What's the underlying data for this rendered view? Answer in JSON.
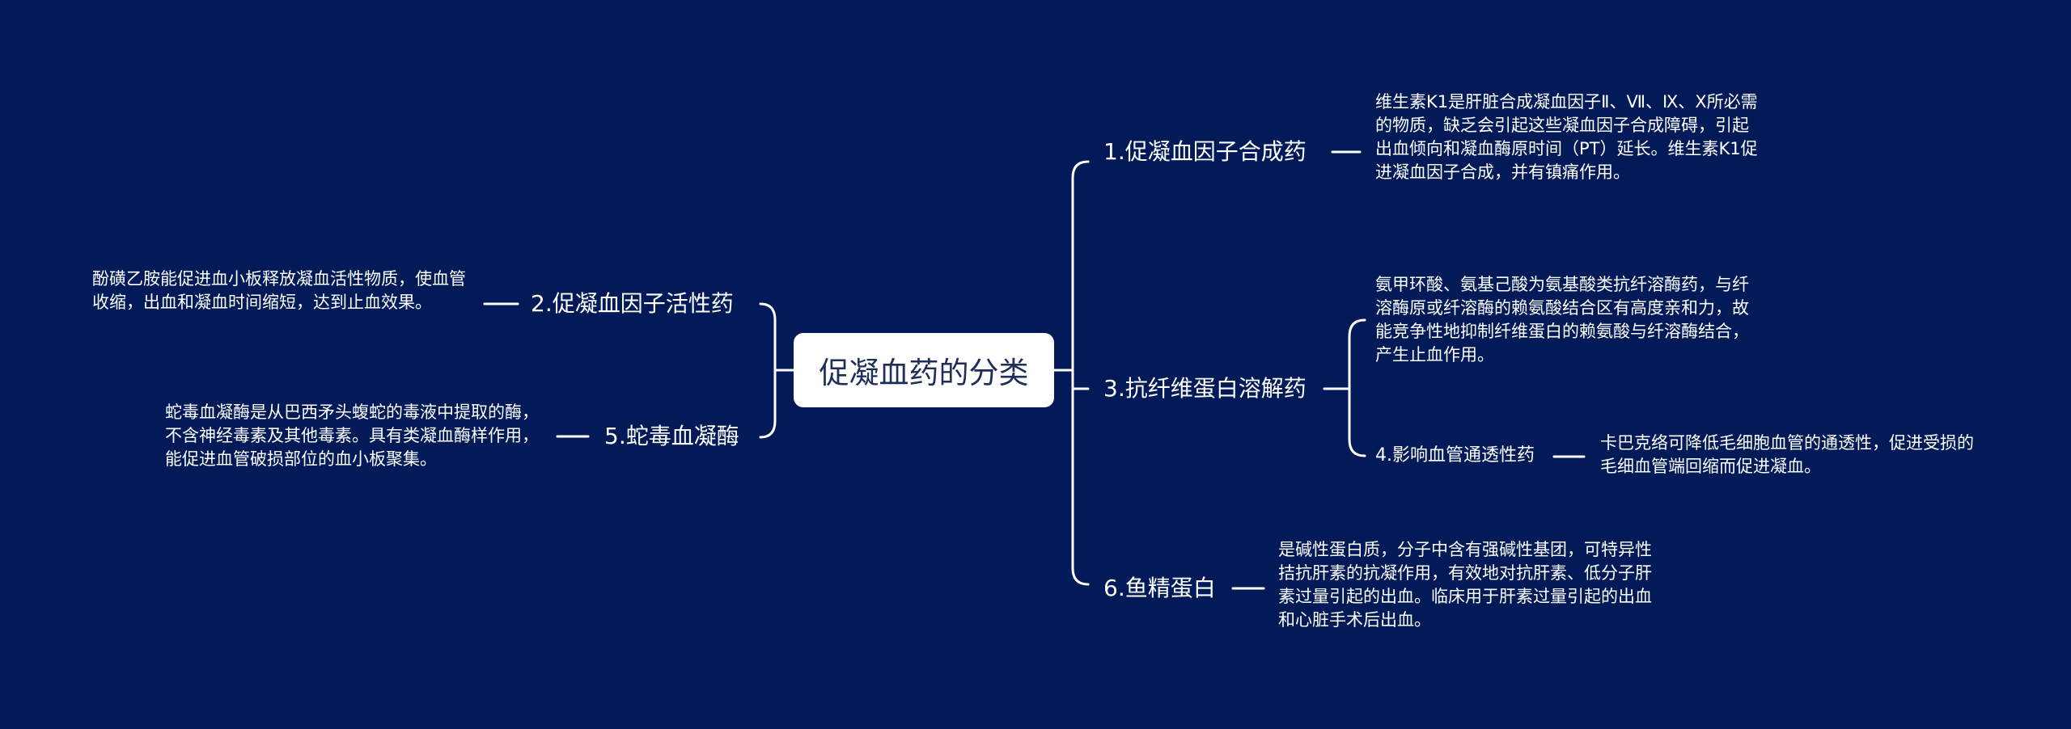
{
  "mindmap": {
    "root": "促凝血药的分类",
    "right": [
      {
        "label": "1.促凝血因子合成药",
        "detail": "维生素K1是肝脏合成凝血因子Ⅱ、Ⅶ、Ⅸ、Ⅹ所必需的物质，缺乏会引起这些凝血因子合成障碍，引起出血倾向和凝血酶原时间（PT）延长。维生素K1促进凝血因子合成，并有镇痛作用。"
      },
      {
        "label": "3.抗纤维蛋白溶解药",
        "detail": "氨甲环酸、氨基己酸为氨基酸类抗纤溶酶药，与纤溶酶原或纤溶酶的赖氨酸结合区有高度亲和力，故能竞争性地抑制纤维蛋白的赖氨酸与纤溶酶结合，产生止血作用。",
        "child": {
          "label": "4.影响血管通透性药",
          "detail": "卡巴克络可降低毛细胞血管的通透性，促进受损的毛细血管端回缩而促进凝血。"
        }
      },
      {
        "label": "6.鱼精蛋白",
        "detail": "是碱性蛋白质，分子中含有强碱性基团，可特异性拮抗肝素的抗凝作用，有效地对抗肝素、低分子肝素过量引起的出血。临床用于肝素过量引起的出血和心脏手术后出血。"
      }
    ],
    "left": [
      {
        "label": "2.促凝血因子活性药",
        "detail": "酚磺乙胺能促进血小板释放凝血活性物质，使血管收缩，出血和凝血时间缩短，达到止血效果。"
      },
      {
        "label": "5.蛇毒血凝酶",
        "detail": "蛇毒血凝酶是从巴西矛头蝮蛇的毒液中提取的酶，不含神经毒素及其他毒素。具有类凝血酶样作用，能促进血管破损部位的血小板聚集。"
      }
    ]
  },
  "colors": {
    "background": "#021a58",
    "line": "#ffffff",
    "root_fill": "#ffffff",
    "root_text": "#1f2d5a"
  }
}
